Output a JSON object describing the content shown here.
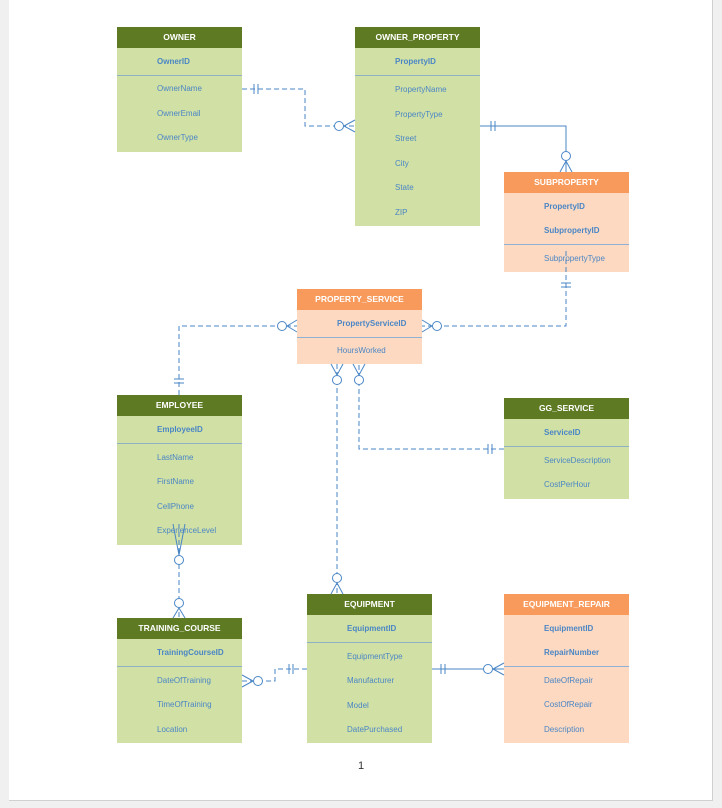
{
  "entities": {
    "owner": {
      "name": "OWNER",
      "pk": [
        "OwnerID"
      ],
      "attrs": [
        "OwnerName",
        "OwnerEmail",
        "OwnerType"
      ]
    },
    "owner_property": {
      "name": "OWNER_PROPERTY",
      "pk": [
        "PropertyID"
      ],
      "attrs": [
        "PropertyName",
        "PropertyType",
        "Street",
        "City",
        "State",
        "ZIP"
      ]
    },
    "subproperty": {
      "name": "SUBPROPERTY",
      "pk": [
        "PropertyID",
        "SubpropertyID"
      ],
      "attrs": [
        "SubpropertyType"
      ]
    },
    "property_service": {
      "name": "PROPERTY_SERVICE",
      "pk": [
        "PropertyServiceID"
      ],
      "attrs": [
        "HoursWorked"
      ]
    },
    "employee": {
      "name": "EMPLOYEE",
      "pk": [
        "EmployeeID"
      ],
      "attrs": [
        "LastName",
        "FirstName",
        "CellPhone",
        "ExperienceLevel"
      ]
    },
    "gg_service": {
      "name": "GG_SERVICE",
      "pk": [
        "ServiceID"
      ],
      "attrs": [
        "ServiceDescription",
        "CostPerHour"
      ]
    },
    "training_course": {
      "name": "TRAINING_COURSE",
      "pk": [
        "TrainingCourseID"
      ],
      "attrs": [
        "DateOfTraining",
        "TimeOfTraining",
        "Location"
      ]
    },
    "equipment": {
      "name": "EQUIPMENT",
      "pk": [
        "EquipmentID"
      ],
      "attrs": [
        "EquipmentType",
        "Manufacturer",
        "Model",
        "DatePurchased"
      ]
    },
    "equipment_repair": {
      "name": "EQUIPMENT_REPAIR",
      "pk": [
        "EquipmentID",
        "RepairNumber"
      ],
      "attrs": [
        "DateOfRepair",
        "CostOfRepair",
        "Description"
      ]
    }
  },
  "colors": {
    "strong_header": "#5e7a23",
    "strong_body": "#d1e0a5",
    "weak_header": "#f79a5c",
    "weak_body": "#fdd9c1",
    "line": "#4a86c5"
  },
  "footer": {
    "page_number": "1"
  }
}
